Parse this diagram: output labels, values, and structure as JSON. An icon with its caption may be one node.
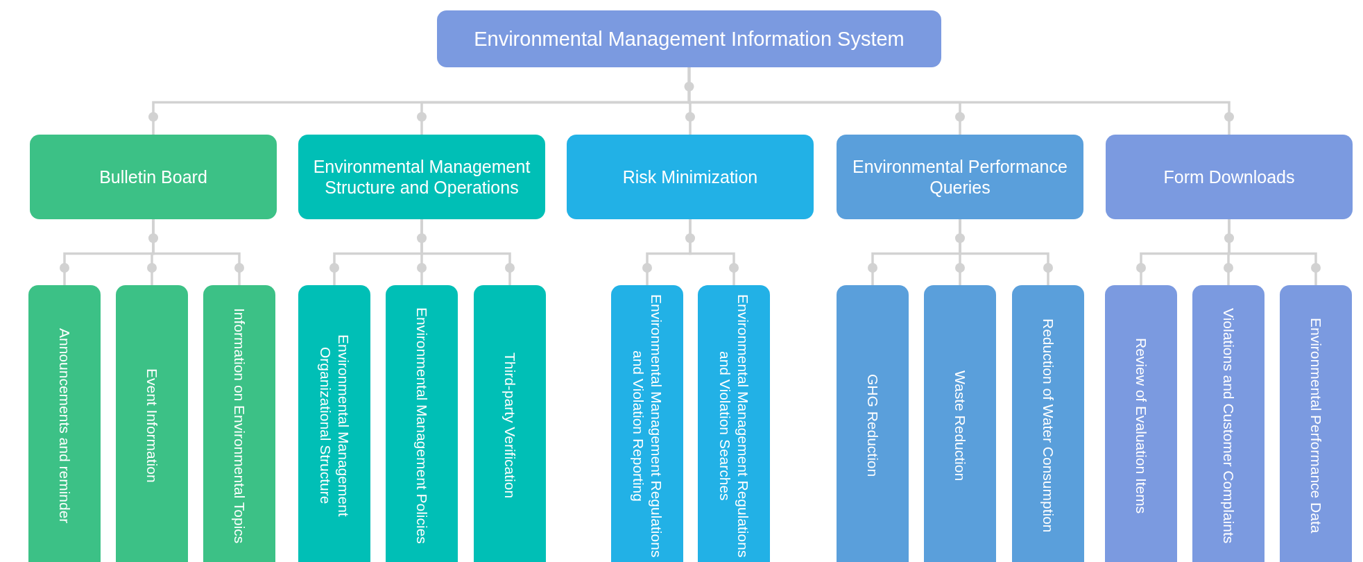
{
  "diagram": {
    "nodes": [
      {
        "text": [
          "Environmental Management Information System"
        ]
      },
      {
        "text": [
          "Bulletin Board"
        ]
      },
      {
        "text": [
          "Environmental Management Structure and Operations"
        ]
      },
      {
        "text": [
          "Risk Minimization"
        ]
      },
      {
        "text": [
          "Environmental Performance Queries"
        ]
      },
      {
        "text": [
          "Form Downloads"
        ]
      },
      {
        "text": [
          "Announcements and reminder"
        ]
      },
      {
        "text": [
          "Event Information"
        ]
      },
      {
        "text": [
          "Information on Environmental Topics"
        ]
      },
      {
        "text": [
          "Environmental Management Organizational Structure"
        ]
      },
      {
        "text": [
          "Environmental Management Policies"
        ]
      },
      {
        "text": [
          "Third-party Verification"
        ]
      },
      {
        "text": [
          "Environmental Management Regulations and Violation Reporting"
        ]
      },
      {
        "text": [
          "Environmental Management Regulations and Violation Searches"
        ]
      },
      {
        "text": [
          "GHG Reduction"
        ]
      },
      {
        "text": [
          "Waste Reduction"
        ]
      },
      {
        "text": [
          "Reduction of Water Consumption"
        ]
      },
      {
        "text": [
          "Review of Evaluation Items"
        ]
      },
      {
        "text": [
          "Violations and Customer Complaints"
        ]
      },
      {
        "text": [
          "Environmental Performance Data"
        ]
      }
    ],
    "edges": [
      {
        "from": 0,
        "to": 1,
        "arrow": "none"
      },
      {
        "from": 0,
        "to": 2,
        "arrow": "none"
      },
      {
        "from": 0,
        "to": 3,
        "arrow": "none"
      },
      {
        "from": 0,
        "to": 4,
        "arrow": "none"
      },
      {
        "from": 0,
        "to": 5,
        "arrow": "none"
      },
      {
        "from": 1,
        "to": 6,
        "arrow": "none"
      },
      {
        "from": 1,
        "to": 7,
        "arrow": "none"
      },
      {
        "from": 1,
        "to": 8,
        "arrow": "none"
      },
      {
        "from": 2,
        "to": 9,
        "arrow": "none"
      },
      {
        "from": 2,
        "to": 10,
        "arrow": "none"
      },
      {
        "from": 2,
        "to": 11,
        "arrow": "none"
      },
      {
        "from": 3,
        "to": 12,
        "arrow": "none"
      },
      {
        "from": 3,
        "to": 13,
        "arrow": "none"
      },
      {
        "from": 4,
        "to": 14,
        "arrow": "none"
      },
      {
        "from": 4,
        "to": 15,
        "arrow": "none"
      },
      {
        "from": 4,
        "to": 16,
        "arrow": "none"
      },
      {
        "from": 5,
        "to": 17,
        "arrow": "none"
      },
      {
        "from": 5,
        "to": 18,
        "arrow": "none"
      },
      {
        "from": 5,
        "to": 19,
        "arrow": "none"
      }
    ]
  }
}
